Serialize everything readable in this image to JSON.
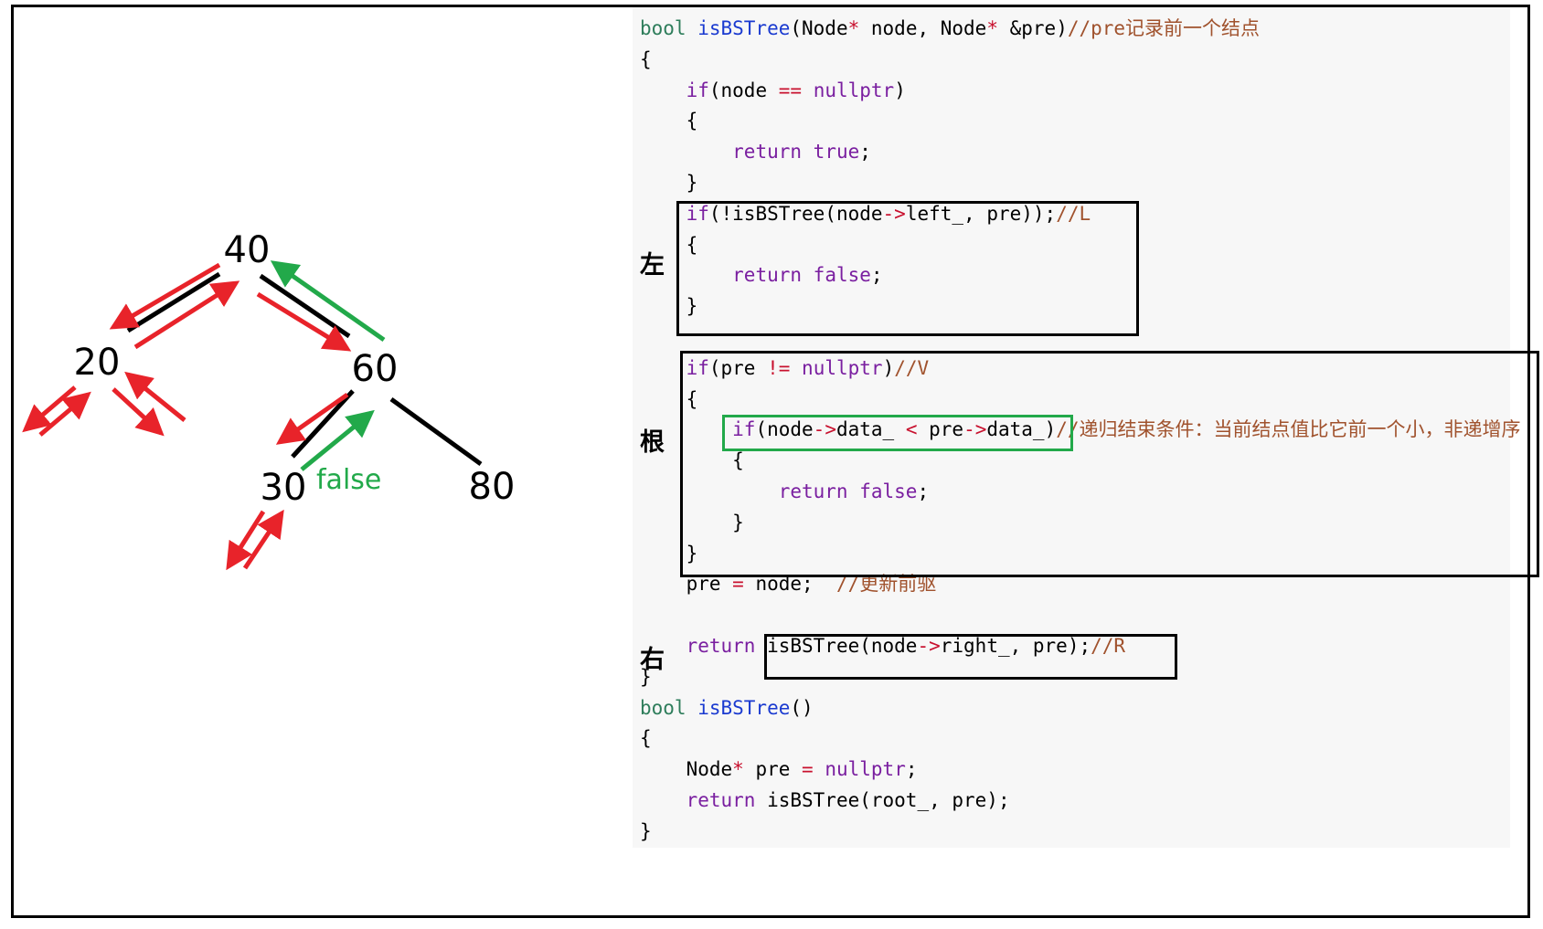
{
  "colors": {
    "keyword_green": "#2e7d5b",
    "function_blue": "#1a3ad0",
    "keyword_purple": "#7a1fa0",
    "comment_brown": "#a0522d",
    "operator_red": "#c8102e",
    "plain": "#000000",
    "arrow_red": "#e8232a",
    "arrow_green": "#22a94a",
    "box_black": "#000000",
    "box_green": "#22a94a"
  },
  "tree": {
    "nodes": [
      {
        "id": "n40",
        "label": "40"
      },
      {
        "id": "n20",
        "label": "20"
      },
      {
        "id": "n60",
        "label": "60"
      },
      {
        "id": "n30",
        "label": "30"
      },
      {
        "id": "n80",
        "label": "80"
      }
    ],
    "edges": [
      [
        "n40",
        "n20"
      ],
      [
        "n40",
        "n60"
      ],
      [
        "n60",
        "n30"
      ],
      [
        "n60",
        "n80"
      ]
    ],
    "annotation": "false"
  },
  "side_labels": [
    "左",
    "根",
    "右"
  ],
  "code": [
    [
      [
        "bool ",
        "g"
      ],
      [
        "isBSTree",
        "b"
      ],
      [
        "(Node",
        "p"
      ],
      [
        "*",
        "r"
      ],
      [
        " node, Node",
        "p"
      ],
      [
        "*",
        "r"
      ],
      [
        " &pre)",
        "p"
      ],
      [
        "//pre记录前一个结点",
        "c"
      ]
    ],
    [
      [
        "{",
        "p"
      ]
    ],
    [
      [
        "    ",
        "p"
      ],
      [
        "if",
        "k"
      ],
      [
        "(node ",
        "p"
      ],
      [
        "==",
        "r"
      ],
      [
        " ",
        "p"
      ],
      [
        "nullptr",
        "k"
      ],
      [
        ")",
        "p"
      ]
    ],
    [
      [
        "    {",
        "p"
      ]
    ],
    [
      [
        "        ",
        "p"
      ],
      [
        "return",
        "k"
      ],
      [
        " ",
        "p"
      ],
      [
        "true",
        "k"
      ],
      [
        ";",
        "p"
      ]
    ],
    [
      [
        "    }",
        "p"
      ]
    ],
    [
      [
        "    ",
        "p"
      ],
      [
        "if",
        "k"
      ],
      [
        "(!isBSTree(node",
        "p"
      ],
      [
        "->",
        "r"
      ],
      [
        "left_, pre));",
        "p"
      ],
      [
        "//L",
        "c"
      ]
    ],
    [
      [
        "    {",
        "p"
      ]
    ],
    [
      [
        "        ",
        "p"
      ],
      [
        "return",
        "k"
      ],
      [
        " ",
        "p"
      ],
      [
        "false",
        "k"
      ],
      [
        ";",
        "p"
      ]
    ],
    [
      [
        "    }",
        "p"
      ]
    ],
    [
      [
        "",
        "p"
      ]
    ],
    [
      [
        "    ",
        "p"
      ],
      [
        "if",
        "k"
      ],
      [
        "(pre ",
        "p"
      ],
      [
        "!=",
        "r"
      ],
      [
        " ",
        "p"
      ],
      [
        "nullptr",
        "k"
      ],
      [
        ")",
        "p"
      ],
      [
        "//V",
        "c"
      ]
    ],
    [
      [
        "    {",
        "p"
      ]
    ],
    [
      [
        "        ",
        "p"
      ],
      [
        "if",
        "k"
      ],
      [
        "(node",
        "p"
      ],
      [
        "->",
        "r"
      ],
      [
        "data_ ",
        "p"
      ],
      [
        "<",
        "r"
      ],
      [
        " pre",
        "p"
      ],
      [
        "->",
        "r"
      ],
      [
        "data_)",
        "p"
      ],
      [
        "//递归结束条件：当前结点值比它前一个小，非递增序",
        "c"
      ]
    ],
    [
      [
        "        {",
        "p"
      ]
    ],
    [
      [
        "            ",
        "p"
      ],
      [
        "return",
        "k"
      ],
      [
        " ",
        "p"
      ],
      [
        "false",
        "k"
      ],
      [
        ";",
        "p"
      ]
    ],
    [
      [
        "        }",
        "p"
      ]
    ],
    [
      [
        "    }",
        "p"
      ]
    ],
    [
      [
        "    pre ",
        "p"
      ],
      [
        "=",
        "r"
      ],
      [
        " node;  ",
        "p"
      ],
      [
        "//更新前驱",
        "c"
      ]
    ],
    [
      [
        "",
        "p"
      ]
    ],
    [
      [
        "    ",
        "p"
      ],
      [
        "return",
        "k"
      ],
      [
        " isBSTree(node",
        "p"
      ],
      [
        "->",
        "r"
      ],
      [
        "right_, pre);",
        "p"
      ],
      [
        "//R",
        "c"
      ]
    ],
    [
      [
        "}",
        "p"
      ]
    ],
    [
      [
        "bool ",
        "g"
      ],
      [
        "isBSTree",
        "b"
      ],
      [
        "()",
        "p"
      ]
    ],
    [
      [
        "{",
        "p"
      ]
    ],
    [
      [
        "    Node",
        "p"
      ],
      [
        "*",
        "r"
      ],
      [
        " pre ",
        "p"
      ],
      [
        "=",
        "r"
      ],
      [
        " ",
        "p"
      ],
      [
        "nullptr",
        "k"
      ],
      [
        ";",
        "p"
      ]
    ],
    [
      [
        "    ",
        "p"
      ],
      [
        "return",
        "k"
      ],
      [
        " isBSTree(root_, pre);",
        "p"
      ]
    ],
    [
      [
        "}",
        "p"
      ]
    ]
  ]
}
